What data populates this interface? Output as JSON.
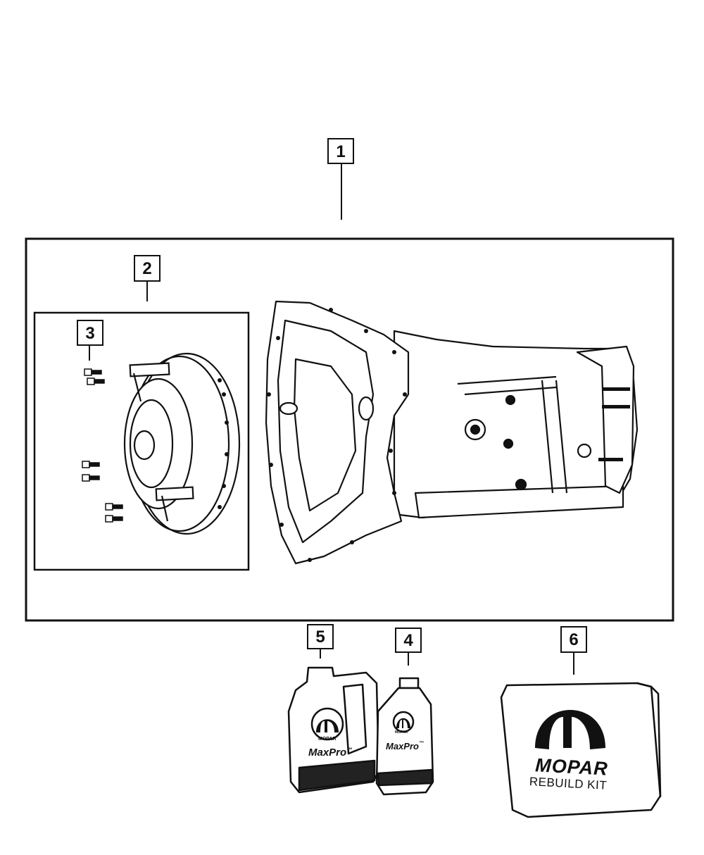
{
  "callouts": {
    "c1": "1",
    "c2": "2",
    "c3": "3",
    "c4": "4",
    "c5": "5",
    "c6": "6"
  },
  "products": {
    "fluid_brand": "MaxPro",
    "fluid_brand_tm": "™",
    "mopar_small": "MOPAR",
    "kit_brand": "MOPAR",
    "kit_label": "REBUILD KIT"
  },
  "icons": [
    "transmission",
    "torque-converter",
    "bolt",
    "fluid-jug",
    "fluid-bottle",
    "mopar-logo"
  ]
}
